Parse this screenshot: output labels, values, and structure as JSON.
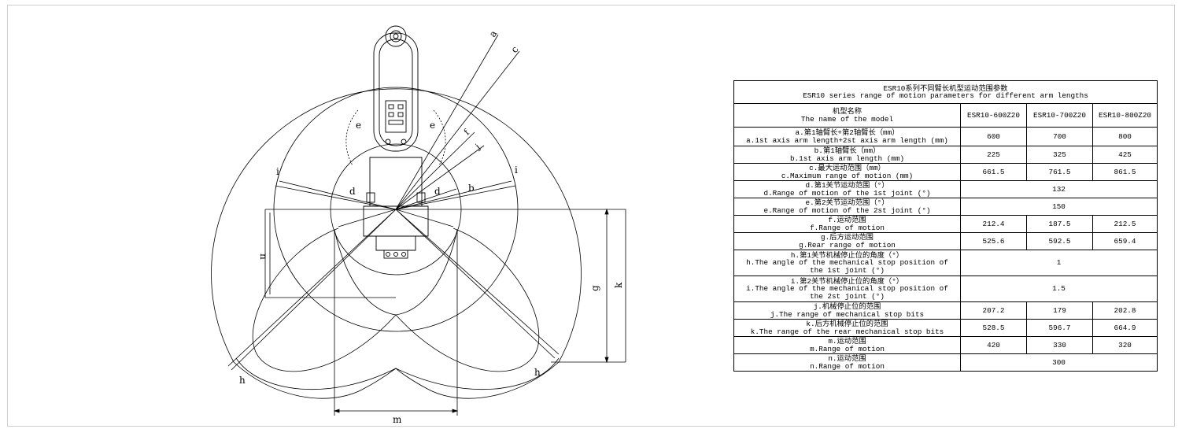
{
  "drawing": {
    "labels": {
      "a": "a",
      "c": "c",
      "f": "f",
      "j": "j",
      "b": "b",
      "e_left": "e",
      "e_right": "e",
      "d_left": "d",
      "d_right": "d",
      "i_left": "i",
      "i_right": "i",
      "h_left": "h",
      "h_right": "h",
      "n": "n",
      "g": "g",
      "k": "k",
      "m": "m"
    }
  },
  "table": {
    "title_cn": "ESR10系列不同臂长机型运动范围参数",
    "title_en": "ESR10 series range of motion parameters for different arm lengths",
    "header": {
      "label_cn": "机型名称",
      "label_en": "The name of the model",
      "models": [
        "ESR10-600Z20",
        "ESR10-700Z20",
        "ESR10-800Z20"
      ]
    },
    "rows": [
      {
        "cn": "a.第1轴臂长+第2轴臂长（mm）",
        "en": [
          "a.1st axis arm length+2st axis arm length (mm)"
        ],
        "values": [
          "600",
          "700",
          "800"
        ]
      },
      {
        "cn": "b.第1轴臂长（mm）",
        "en": [
          "b.1st axis arm length (mm)"
        ],
        "values": [
          "225",
          "325",
          "425"
        ]
      },
      {
        "cn": "c.最大运动范围（mm）",
        "en": [
          "c.Maximum range of motion (mm)"
        ],
        "values": [
          "661.5",
          "761.5",
          "861.5"
        ]
      },
      {
        "cn": "d.第1关节运动范围（°）",
        "en": [
          "d.Range of motion of the 1st joint (°)"
        ],
        "values": [
          "132"
        ]
      },
      {
        "cn": "e.第2关节运动范围（°）",
        "en": [
          "e.Range of motion of the 2st joint (°)"
        ],
        "values": [
          "150"
        ]
      },
      {
        "cn": "f.运动范围",
        "en": [
          "f.Range of motion"
        ],
        "values": [
          "212.4",
          "187.5",
          "212.5"
        ]
      },
      {
        "cn": "g.后方运动范围",
        "en": [
          "g.Rear range of motion"
        ],
        "values": [
          "525.6",
          "592.5",
          "659.4"
        ]
      },
      {
        "cn": "h.第1关节机械停止位的角度（°）",
        "en": [
          "h.The angle of the mechanical stop position of",
          "the 1st joint (°)"
        ],
        "values": [
          "1"
        ]
      },
      {
        "cn": "i.第2关节机械停止位的角度（°）",
        "en": [
          "i.The angle of the mechanical stop position of",
          "the 2st joint (°)"
        ],
        "values": [
          "1.5"
        ]
      },
      {
        "cn": "j.机械停止位的范围",
        "en": [
          "j.The range of mechanical stop bits"
        ],
        "values": [
          "207.2",
          "179",
          "202.8"
        ]
      },
      {
        "cn": "k.后方机械停止位的范围",
        "en": [
          "k.The range of the rear mechanical stop bits"
        ],
        "values": [
          "528.5",
          "596.7",
          "664.9"
        ]
      },
      {
        "cn": "m.运动范围",
        "en": [
          "m.Range of motion"
        ],
        "values": [
          "420",
          "330",
          "320"
        ]
      },
      {
        "cn": "n.运动范围",
        "en": [
          "n.Range of motion"
        ],
        "values": [
          "300"
        ]
      }
    ]
  }
}
